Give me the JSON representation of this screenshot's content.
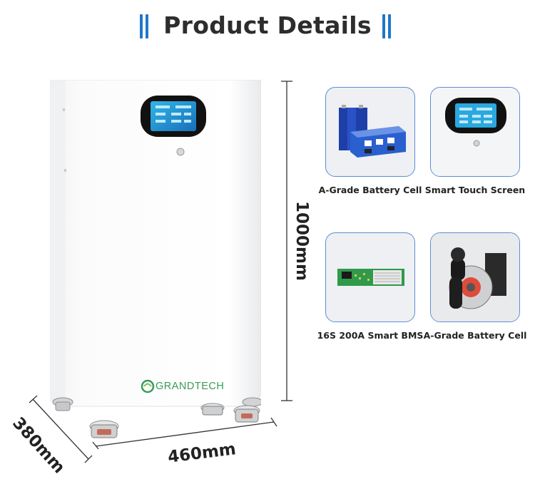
{
  "header": {
    "title": "Product Details"
  },
  "product": {
    "brand": "GRANDTECH",
    "dimensions": {
      "height": "1000mm",
      "width": "460mm",
      "depth": "380mm"
    }
  },
  "features": [
    {
      "caption": "A-Grade Battery Cell",
      "icon": "battery-cells-image"
    },
    {
      "caption": "Smart Touch Screen",
      "icon": "touch-screen-image"
    },
    {
      "caption": "16S 200A Smart BMS",
      "icon": "bms-board-image"
    },
    {
      "caption": "A-Grade Battery Cell",
      "icon": "caster-wheel-image"
    }
  ],
  "colors": {
    "accent": "#1f78c8",
    "thumb_border": "#5b8fd3",
    "brand_green": "#3a9a5a"
  }
}
